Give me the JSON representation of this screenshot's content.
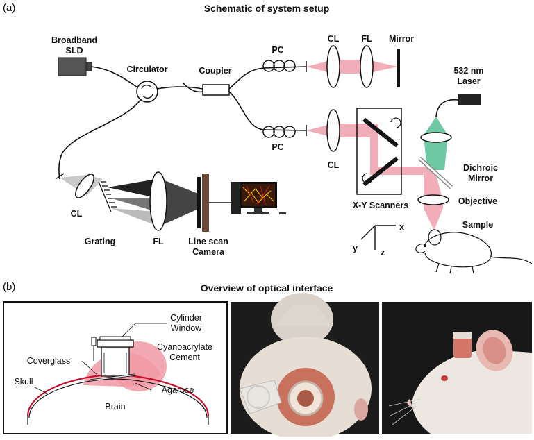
{
  "panel_a": {
    "marker": "(a)",
    "title": "Schematic of system setup",
    "labels": {
      "broadband_sld": [
        "Broadband",
        "SLD"
      ],
      "circulator": "Circulator",
      "coupler": "Coupler",
      "pc_top": "PC",
      "pc_bottom": "PC",
      "cl_ref": "CL",
      "fl_ref": "FL",
      "mirror": "Mirror",
      "laser": [
        "532 nm",
        "Laser"
      ],
      "cl_sample": "CL",
      "dichroic": [
        "Dichroic",
        "Mirror"
      ],
      "scanners": "X-Y Scanners",
      "objective": "Objective",
      "sample": "Sample",
      "cl_spec": "CL",
      "grating": "Grating",
      "fl_spec": "FL",
      "camera": [
        "Line scan",
        "Camera"
      ],
      "axis_x": "x",
      "axis_y": "y",
      "axis_z": "z"
    }
  },
  "panel_b": {
    "marker": "(b)",
    "title": "Overview of optical interface",
    "labels": {
      "cylinder_window": [
        "Cylinder",
        "Window"
      ],
      "cement": [
        "Cyanoacrylate",
        "Cement"
      ],
      "coverglass": "Coverglass",
      "agarose": "Agarose",
      "skull": "Skull",
      "brain": "Brain"
    }
  },
  "colors": {
    "oct_beam": "#f2aeb8",
    "laser_beam": "#6fc8a4",
    "cement": "#f19aa6",
    "skull_line": "#c8102e",
    "camera_body": "#6b4a3a"
  }
}
